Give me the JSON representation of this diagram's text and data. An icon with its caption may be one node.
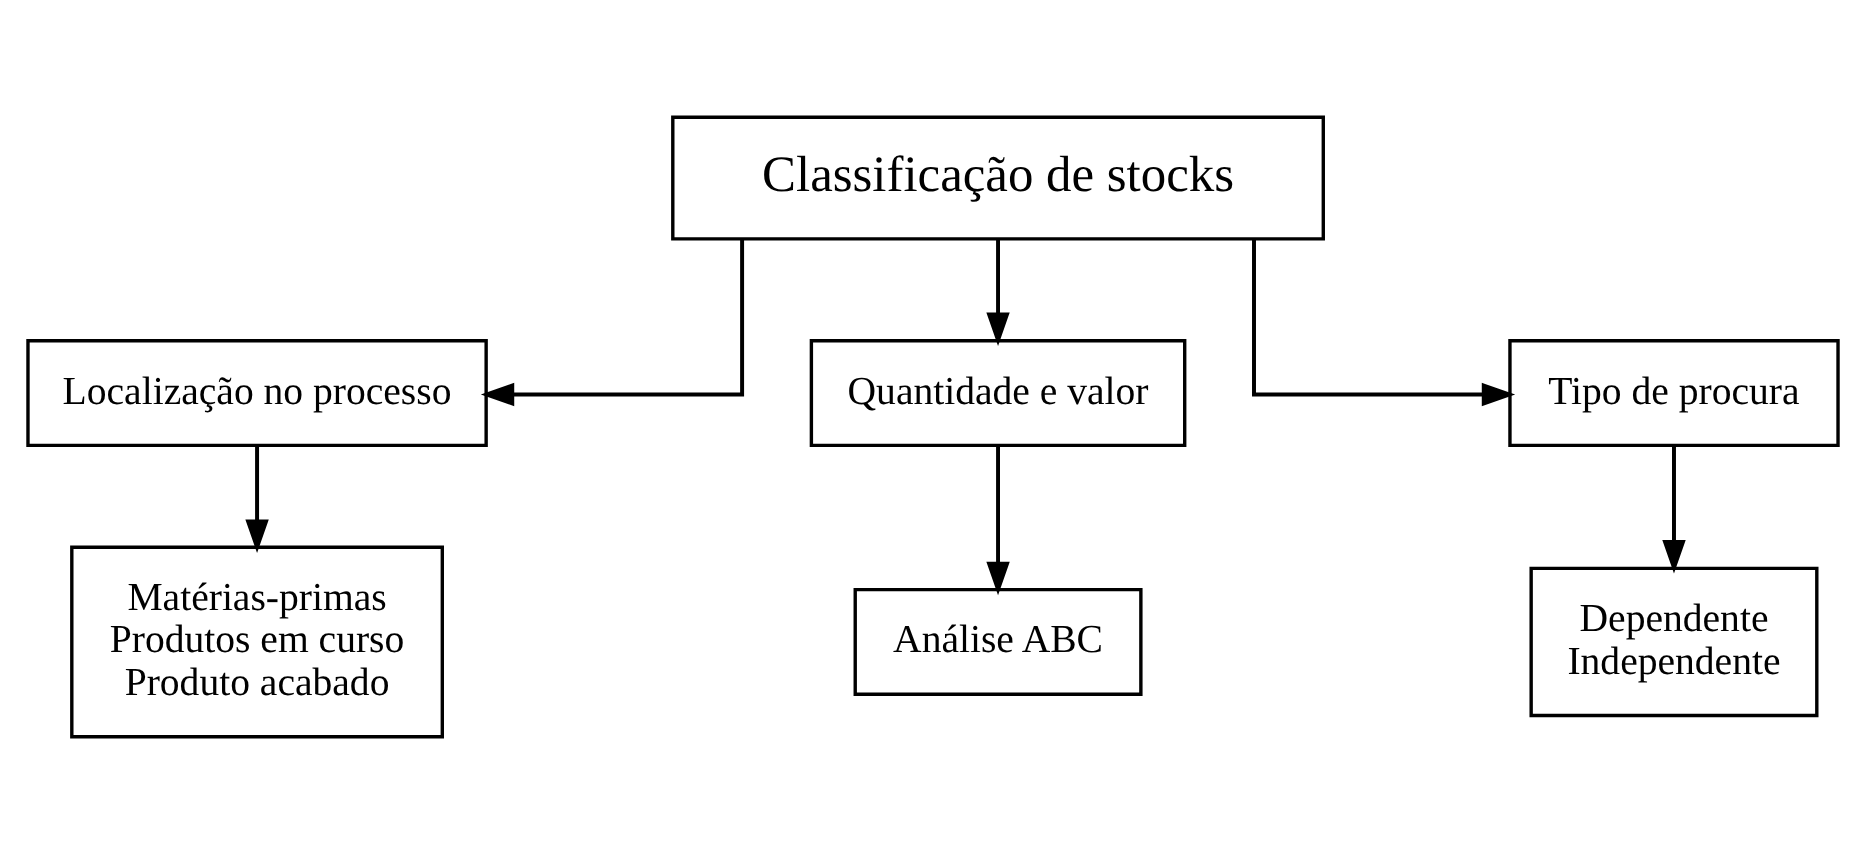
{
  "diagram": {
    "nodes": [
      {
        "text": [
          "Classificação de stocks"
        ]
      },
      {
        "text": [
          "Localização no processo"
        ]
      },
      {
        "text": [
          "Quantidade e valor"
        ]
      },
      {
        "text": [
          "Tipo de procura"
        ]
      },
      {
        "text": [
          "Matérias-primas",
          "Produtos em curso",
          "Produto acabado"
        ]
      },
      {
        "text": [
          "Análise ABC"
        ]
      },
      {
        "text": [
          "Dependente",
          "Independente"
        ]
      }
    ],
    "edges": [
      {
        "from": 0,
        "to": 1,
        "arrow": "to"
      },
      {
        "from": 0,
        "to": 2,
        "arrow": "to"
      },
      {
        "from": 0,
        "to": 3,
        "arrow": "to"
      },
      {
        "from": 1,
        "to": 4,
        "arrow": "to"
      },
      {
        "from": 2,
        "to": 5,
        "arrow": "to"
      },
      {
        "from": 3,
        "to": 6,
        "arrow": "to"
      }
    ]
  }
}
